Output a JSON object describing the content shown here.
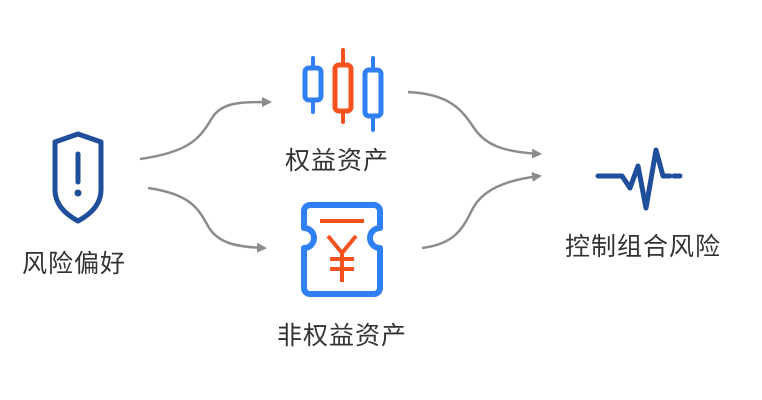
{
  "nodes": {
    "risk_preference": {
      "label": "风险偏好",
      "icon": "shield-exclamation-icon"
    },
    "equity_assets": {
      "label": "权益资产",
      "icon": "candlestick-chart-icon"
    },
    "non_equity_assets": {
      "label": "非权益资产",
      "icon": "yuan-ticket-icon"
    },
    "control_portfolio_risk": {
      "label": "控制组合风险",
      "icon": "pulse-line-icon"
    }
  },
  "colors": {
    "shield": "#1f4e9a",
    "candle_blue": "#2f7ff5",
    "candle_orange": "#f4511e",
    "ticket_blue": "#2f7ff5",
    "yuan_orange": "#f4511e",
    "pulse": "#1f4e9a",
    "arrow": "#8c8c8c",
    "text": "#333333"
  }
}
